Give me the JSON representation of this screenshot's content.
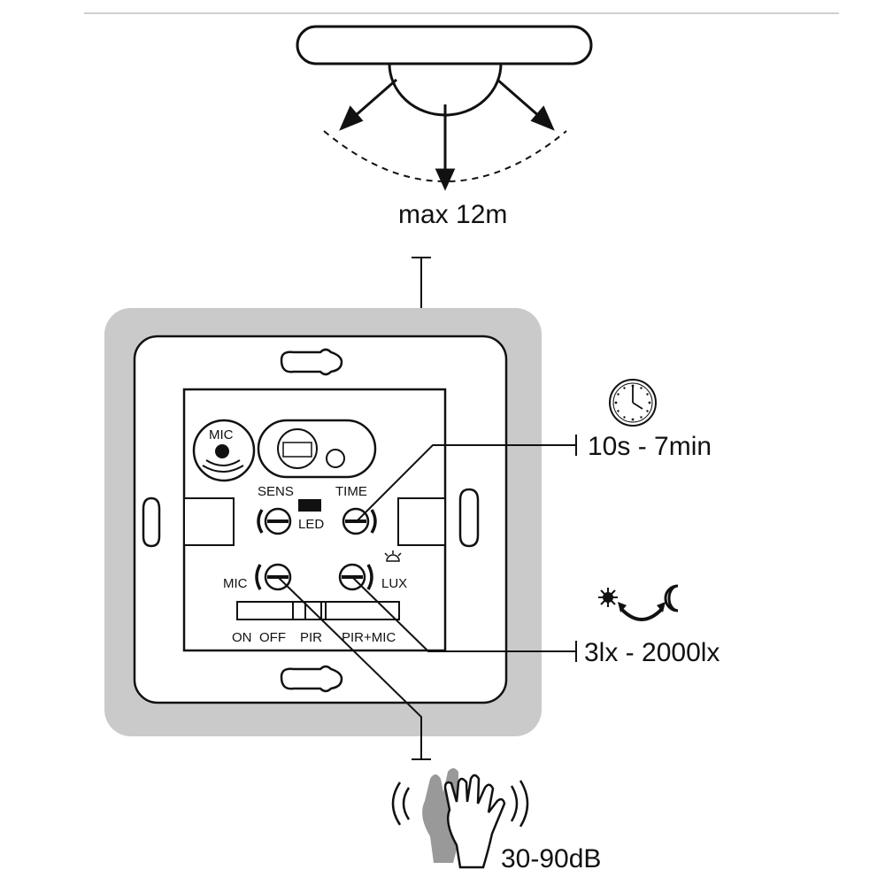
{
  "ceiling_sensor": {
    "range_label": "max 12m"
  },
  "device": {
    "mic_label": "MIC",
    "sens_label": "SENS",
    "time_label": "TIME",
    "led_label": "LED",
    "mic_knob_label": "MIC",
    "lux_label": "LUX",
    "switch_labels": {
      "on": "ON",
      "off": "OFF",
      "pir": "PIR",
      "pir_mic": "PIR+MIC"
    }
  },
  "callouts": {
    "time_range": "10s - 7min",
    "lux_range": "3lx - 2000lx",
    "sound_range": "30-90dB"
  },
  "icons": [
    "clock-icon",
    "sun-moon-icon",
    "clap-hands-icon",
    "microphone-icon",
    "lux-sun-icon"
  ]
}
